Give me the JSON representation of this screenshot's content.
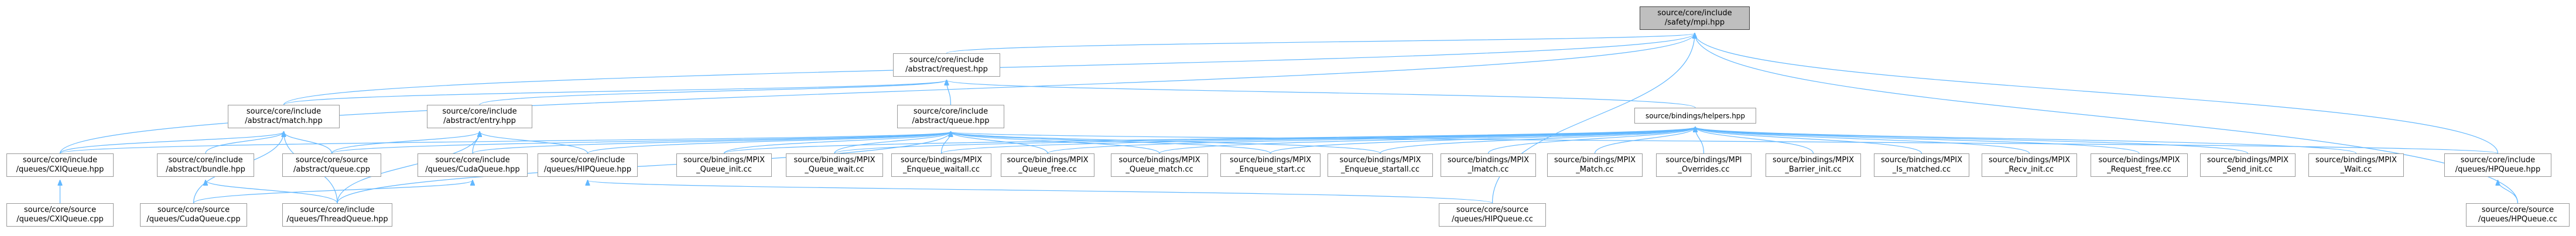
{
  "graph": {
    "nodes": [
      {
        "id": "mpi",
        "lines": [
          "source/core/include",
          "/safety/mpi.hpp"
        ],
        "root": true
      },
      {
        "id": "request",
        "lines": [
          "source/core/include",
          "/abstract/request.hpp"
        ]
      },
      {
        "id": "match",
        "lines": [
          "source/core/include",
          "/abstract/match.hpp"
        ]
      },
      {
        "id": "entry",
        "lines": [
          "source/core/include",
          "/abstract/entry.hpp"
        ]
      },
      {
        "id": "queue",
        "lines": [
          "source/core/include",
          "/abstract/queue.hpp"
        ]
      },
      {
        "id": "helpers",
        "lines": [
          "source/bindings/helpers.hpp"
        ]
      },
      {
        "id": "cxiq",
        "lines": [
          "source/core/include",
          "/queues/CXIQueue.hpp"
        ]
      },
      {
        "id": "bundle",
        "lines": [
          "source/core/include",
          "/abstract/bundle.hpp"
        ]
      },
      {
        "id": "queuecpp",
        "lines": [
          "source/core/source",
          "/abstract/queue.cpp"
        ]
      },
      {
        "id": "cudaq",
        "lines": [
          "source/core/include",
          "/queues/CudaQueue.hpp"
        ]
      },
      {
        "id": "hipq",
        "lines": [
          "source/core/include",
          "/queues/HIPQueue.hpp"
        ]
      },
      {
        "id": "b_qinit",
        "lines": [
          "source/bindings/MPIX",
          "_Queue_init.cc"
        ]
      },
      {
        "id": "b_qwait",
        "lines": [
          "source/bindings/MPIX",
          "_Queue_wait.cc"
        ]
      },
      {
        "id": "b_enqwaitall",
        "lines": [
          "source/bindings/MPIX",
          "_Enqueue_waitall.cc"
        ]
      },
      {
        "id": "b_qfree",
        "lines": [
          "source/bindings/MPIX",
          "_Queue_free.cc"
        ]
      },
      {
        "id": "b_qmatch",
        "lines": [
          "source/bindings/MPIX",
          "_Queue_match.cc"
        ]
      },
      {
        "id": "b_enqstart",
        "lines": [
          "source/bindings/MPIX",
          "_Enqueue_start.cc"
        ]
      },
      {
        "id": "b_enqstartall",
        "lines": [
          "source/bindings/MPIX",
          "_Enqueue_startall.cc"
        ]
      },
      {
        "id": "b_imatch",
        "lines": [
          "source/bindings/MPIX",
          "_Imatch.cc"
        ]
      },
      {
        "id": "b_match",
        "lines": [
          "source/bindings/MPIX",
          "_Match.cc"
        ]
      },
      {
        "id": "b_overrides",
        "lines": [
          "source/bindings/MPI",
          "_Overrides.cc"
        ]
      },
      {
        "id": "b_barrier",
        "lines": [
          "source/bindings/MPIX",
          "_Barrier_init.cc"
        ]
      },
      {
        "id": "b_ismatched",
        "lines": [
          "source/bindings/MPIX",
          "_Is_matched.cc"
        ]
      },
      {
        "id": "b_recv",
        "lines": [
          "source/bindings/MPIX",
          "_Recv_init.cc"
        ]
      },
      {
        "id": "b_reqfree",
        "lines": [
          "source/bindings/MPIX",
          "_Request_free.cc"
        ]
      },
      {
        "id": "b_send",
        "lines": [
          "source/bindings/MPIX",
          "_Send_init.cc"
        ]
      },
      {
        "id": "b_wait",
        "lines": [
          "source/bindings/MPIX",
          "_Wait.cc"
        ]
      },
      {
        "id": "hpq",
        "lines": [
          "source/core/include",
          "/queues/HPQueue.hpp"
        ]
      },
      {
        "id": "cxicpp",
        "lines": [
          "source/core/source",
          "/queues/CXIQueue.cpp"
        ]
      },
      {
        "id": "cudacpp",
        "lines": [
          "source/core/source",
          "/queues/CudaQueue.cpp"
        ]
      },
      {
        "id": "threadq",
        "lines": [
          "source/core/include",
          "/queues/ThreadQueue.hpp"
        ]
      },
      {
        "id": "hipcc",
        "lines": [
          "source/core/source",
          "/queues/HIPQueue.cc"
        ]
      },
      {
        "id": "hpcc",
        "lines": [
          "source/core/source",
          "/queues/HPQueue.cc"
        ]
      }
    ],
    "edges": [
      [
        "request",
        "mpi"
      ],
      [
        "match",
        "mpi"
      ],
      [
        "cxiq",
        "mpi"
      ],
      [
        "hpq",
        "mpi"
      ],
      [
        "hipcc",
        "mpi"
      ],
      [
        "hpcc",
        "mpi"
      ],
      [
        "match",
        "request"
      ],
      [
        "entry",
        "request"
      ],
      [
        "queue",
        "request"
      ],
      [
        "helpers",
        "request"
      ],
      [
        "cxiq",
        "match"
      ],
      [
        "bundle",
        "match"
      ],
      [
        "queuecpp",
        "match"
      ],
      [
        "threadq",
        "match"
      ],
      [
        "cudacpp",
        "match"
      ],
      [
        "queuecpp",
        "entry"
      ],
      [
        "cudaq",
        "entry"
      ],
      [
        "hipq",
        "entry"
      ],
      [
        "threadq",
        "entry"
      ],
      [
        "cxiq",
        "queue"
      ],
      [
        "queuecpp",
        "queue"
      ],
      [
        "cudaq",
        "queue"
      ],
      [
        "hipq",
        "queue"
      ],
      [
        "threadq",
        "queue"
      ],
      [
        "b_qinit",
        "queue"
      ],
      [
        "b_qwait",
        "queue"
      ],
      [
        "b_enqwaitall",
        "queue"
      ],
      [
        "b_qfree",
        "queue"
      ],
      [
        "b_qmatch",
        "queue"
      ],
      [
        "b_enqstart",
        "queue"
      ],
      [
        "b_enqstartall",
        "queue"
      ],
      [
        "hpq",
        "queue"
      ],
      [
        "b_qinit",
        "helpers"
      ],
      [
        "b_qwait",
        "helpers"
      ],
      [
        "b_enqwaitall",
        "helpers"
      ],
      [
        "b_qfree",
        "helpers"
      ],
      [
        "b_qmatch",
        "helpers"
      ],
      [
        "b_enqstart",
        "helpers"
      ],
      [
        "b_enqstartall",
        "helpers"
      ],
      [
        "b_imatch",
        "helpers"
      ],
      [
        "b_match",
        "helpers"
      ],
      [
        "b_overrides",
        "helpers"
      ],
      [
        "b_barrier",
        "helpers"
      ],
      [
        "b_ismatched",
        "helpers"
      ],
      [
        "b_recv",
        "helpers"
      ],
      [
        "b_reqfree",
        "helpers"
      ],
      [
        "b_send",
        "helpers"
      ],
      [
        "b_wait",
        "helpers"
      ],
      [
        "cxicpp",
        "cxiq"
      ],
      [
        "threadq",
        "bundle"
      ],
      [
        "cudacpp",
        "cudaq"
      ],
      [
        "hipcc",
        "hipq"
      ],
      [
        "hpcc",
        "hpq"
      ]
    ]
  }
}
